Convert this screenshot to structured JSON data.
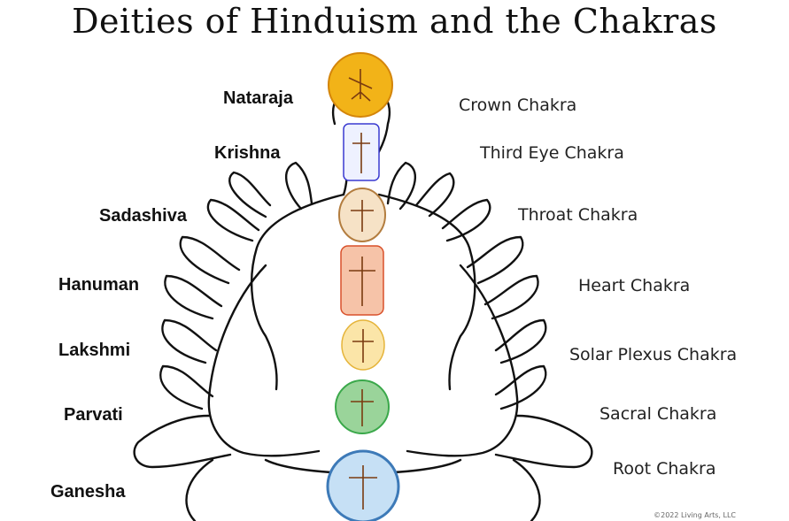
{
  "title": "Deities of Hinduism and the Chakras",
  "pairs": [
    {
      "deity": "Nataraja",
      "chakra": "Crown Chakra",
      "color": "#f2b318"
    },
    {
      "deity": "Krishna",
      "chakra": "Third Eye Chakra",
      "color": "#3a3ad0"
    },
    {
      "deity": "Sadashiva",
      "chakra": "Throat Chakra",
      "color": "#d9a86c"
    },
    {
      "deity": "Hanuman",
      "chakra": "Heart Chakra",
      "color": "#d9502a"
    },
    {
      "deity": "Lakshmi",
      "chakra": "Solar Plexus Chakra",
      "color": "#e5b43a"
    },
    {
      "deity": "Parvati",
      "chakra": "Sacral Chakra",
      "color": "#3aa84a"
    },
    {
      "deity": "Ganesha",
      "chakra": "Root Chakra",
      "color": "#6aa6d8"
    }
  ],
  "copyright": "©2022 Living Arts, LLC"
}
